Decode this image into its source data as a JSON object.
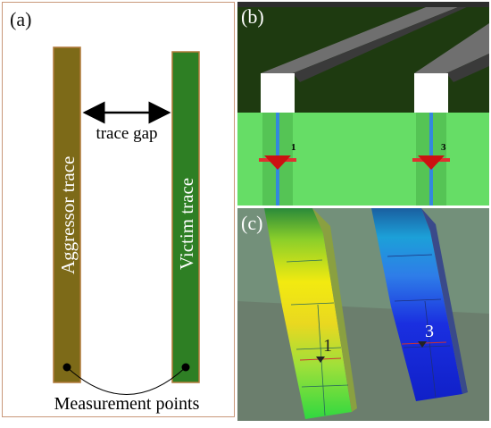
{
  "panel_a": {
    "label": "(a)",
    "aggressor_label": "Aggressor trace",
    "victim_label": "Victim trace",
    "gap_label": "trace gap",
    "measurement_label": "Measurement points",
    "colors": {
      "aggressor": "#7d6a18",
      "victim": "#2e7f24",
      "trace_border": "#b07838",
      "frame": "#c9987a"
    }
  },
  "panel_b": {
    "label": "(b)",
    "probe_1_label": "1",
    "probe_3_label": "3",
    "colors": {
      "background": "#1e3a10",
      "board": "#66dd66",
      "bar_top": "#6f6f6f",
      "bar_side": "#3a3a3a",
      "probe": "#cc1111",
      "line": "#3388dd"
    }
  },
  "panel_c": {
    "label": "(c)",
    "probe_1_label": "1",
    "probe_3_label": "3",
    "colors": {
      "background": "#6b7e6d",
      "hot": "#f2ea10",
      "cold": "#1a2fe0"
    }
  }
}
